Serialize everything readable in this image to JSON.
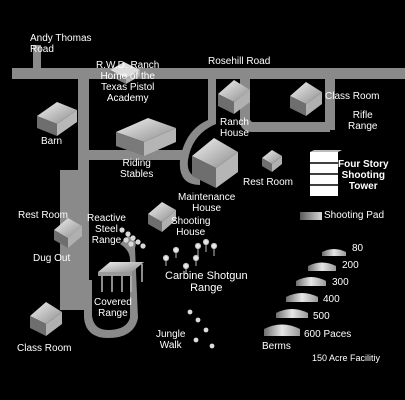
{
  "roads": {
    "andy_thomas_line1": "Andy Thomas",
    "andy_thomas_line2": "Road",
    "rosehill": "Rosehill Road"
  },
  "facilities": {
    "rwd_line1": "R.W.D. Ranch",
    "rwd_line2": "Home of the",
    "rwd_line3": "Texas Pistol",
    "rwd_line4": "Academy",
    "barn": "Barn",
    "riding_line1": "Riding",
    "riding_line2": "Stables",
    "ranch_line1": "Ranch",
    "ranch_line2": "House",
    "class_room_top": "Class Room",
    "rifle_line1": "Rifle",
    "rifle_line2": "Range",
    "rest_room_right": "Rest Room",
    "tower_line1": "Four Story",
    "tower_line2": "Shooting",
    "tower_line3": "Tower",
    "maintenance_line1": "Maintenance",
    "maintenance_line2": "House",
    "shooting_line1": "Shooting",
    "shooting_line2": "House",
    "rest_room_left": "Rest Room",
    "reactive_line1": "Reactive",
    "reactive_line2": "Steel",
    "reactive_line3": "Range",
    "dug_out": "Dug Out",
    "carbine_line1": "Carbine Shotgun",
    "carbine_line2": "Range",
    "covered_line1": "Covered",
    "covered_line2": "Range",
    "jungle_line1": "Jungle",
    "jungle_line2": "Walk",
    "class_room_bottom": "Class Room",
    "berms": "Berms"
  },
  "legend": {
    "shooting_pad": "Shooting Pad",
    "acreage": "150 Acre Facilitiy"
  },
  "berm_distances": [
    "80",
    "200",
    "300",
    "400",
    "500",
    "600 Paces"
  ],
  "colors": {
    "background": "#000000",
    "road": "#8a8a8a",
    "building_light": "#dcdcdc",
    "building_dark": "#7a7a7a",
    "text": "#ffffff"
  }
}
